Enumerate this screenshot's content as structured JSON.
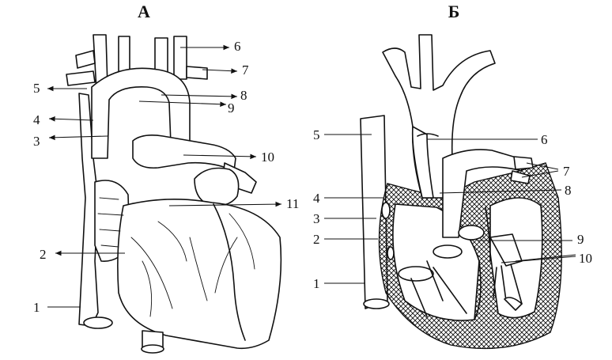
{
  "figure": {
    "panel_a": {
      "title": "А",
      "labels": [
        "1",
        "2",
        "3",
        "4",
        "5",
        "6",
        "7",
        "8",
        "9",
        "10",
        "11"
      ]
    },
    "panel_b": {
      "title": "Б",
      "labels": [
        "1",
        "2",
        "3",
        "4",
        "5",
        "6",
        "7",
        "8",
        "9",
        "10"
      ]
    }
  }
}
